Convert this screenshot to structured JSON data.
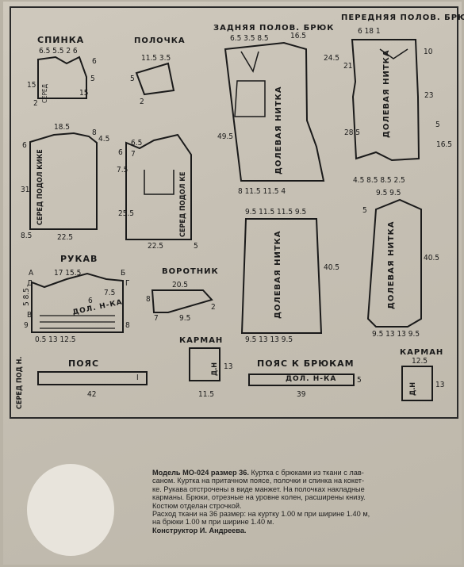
{
  "sections": {
    "spinka": "СПИНКА",
    "polochka": "ПОЛОЧКА",
    "zadnyaya": "ЗАДНЯЯ ПОЛОВ. БРЮК",
    "perednyaya": "ПЕРЕДНЯЯ ПОЛОВ. БРЮК",
    "rukav": "РУКАВ",
    "vorotnik": "ВОРОТНИК",
    "karman1": "КАРМАН",
    "karman2": "КАРМАН",
    "poyas": "ПОЯС",
    "poyas_bryuk": "ПОЯС К БРЮКАМ"
  },
  "grain": {
    "dolevaya_nitka": "ДОЛЕВАЯ НИТКА",
    "dol_nka": "ДОЛ. Н-КА",
    "sered_podolkike": "СЕРЕД ПОДОЛ КИКЕ",
    "sered_podolk": "СЕРЕД ПОДОЛ КЕ",
    "sered_pod_n": "СЕРЕД ПОД Н.",
    "sered": "СЕРЕД",
    "dn": "Д.Н"
  },
  "numbers": {
    "spinka_top": "6.5 5.5 2 6",
    "spinka_15": "15",
    "spinka_5": "5",
    "spinka_6": "6",
    "spinka_2": "2",
    "pol_top": "11.5 3.5",
    "pol_5": "5",
    "pol_2": "2",
    "spinka_b_18": "18.5",
    "spinka_b_31": "31",
    "spinka_b_85": "8.5",
    "spinka_b_225": "22.5",
    "spinka_b_6": "6",
    "spinka_b_8": "8",
    "spinka_b_45": "4.5",
    "pol_b_65": "6.5",
    "pol_b_75": "7.5",
    "pol_b_7": "7",
    "pol_b_6": "6",
    "pol_b_255": "25.5",
    "pol_b_225": "22.5",
    "pol_b_5": "5",
    "zad_top": "6.5 3.5 8.5",
    "zad_165": "16.5",
    "zad_245": "24.5",
    "zad_495": "49.5",
    "zad_bottom": "8   11.5   11.5   4",
    "per_top": "6      18      1",
    "per_21": "21",
    "per_285": "28.5",
    "per_10": "10",
    "per_23": "23",
    "per_165": "16.5",
    "per_5": "5",
    "per_bottom": "4.5   8.5   8.5   2.5",
    "leg_top": "9.5   11.5   11.5   9.5",
    "leg_405": "40.5",
    "leg_bottom": "9.5   13   13   9.5",
    "leg2_top": "9.5          9.5",
    "leg2_405": "40.5",
    "leg2_5": "5",
    "leg2_bottom": "9.5   13   13   9.5",
    "ruk_top": "17        15.5",
    "ruk_A": "А",
    "ruk_B": "Б",
    "ruk_D": "Д",
    "ruk_G": "Г",
    "ruk_V": "В",
    "ruk_left": "5 8.5",
    "ruk_6": "6",
    "ruk_75": "7.5",
    "ruk_9": "9",
    "ruk_8": "8",
    "ruk_bottom": "0.5     13     12.5",
    "vor_205": "20.5",
    "vor_8": "8",
    "vor_7": "7",
    "vor_95": "9.5",
    "vor_2": "2",
    "k1_13": "13",
    "k1_115": "11.5",
    "poyas_42": "42",
    "poyas_I": "I",
    "pb_39": "39",
    "pb_5": "5",
    "k2_125": "12.5",
    "k2_13": "13"
  },
  "caption": {
    "model": "Модель МО-024 размер 36.",
    "l1": " Куртка с брюками из ткани с лав-",
    "l2": "саном. Куртка на притачном поясе, полочки и спинка на кокет-",
    "l3": "ке. Рукава отстрочены в виде манжет. На полочках накладные",
    "l4": "карманы. Брюки, отрезные на уровне колен, расширены книзу.",
    "l5": "Костюм отделан строчкой.",
    "l6": "Расход ткани на 36 размер: на куртку 1.00 м при ширине 1.40 м,",
    "l7": "на брюки 1.00 м при ширине 1.40 м.",
    "author": "Конструктор И. Андреева."
  },
  "colors": {
    "paper": "#c6c0b4",
    "ink": "#1a1a1a"
  }
}
